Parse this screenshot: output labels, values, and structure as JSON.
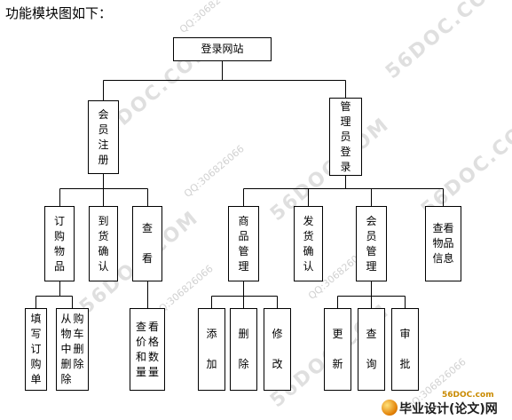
{
  "heading": "功能模块图如下：",
  "root": {
    "label": "登录网站"
  },
  "level1": {
    "member_register": "会\n员\n注\n册",
    "admin_login": "管\n理\n员\n登\n录"
  },
  "member_children": {
    "order_goods": "订\n购\n物\n品",
    "delivery_confirm": "到\n货\n确\n认",
    "view": "查\n\n看"
  },
  "admin_children": {
    "goods_manage": "商\n品\n管\n理",
    "ship_confirm": "发\n货\n确\n认",
    "member_manage": "会\n员\n管\n理",
    "view_goods_info": "查看\n物品\n信息"
  },
  "order_children": {
    "fill_order": "填\n写\n订\n购\n单",
    "cart_delete_col1": "购\n车\n删\n除",
    "cart_delete_col2": "从\n物\n中\n删\n除"
  },
  "view_children": {
    "view_price_qty_col1": "看\n格\n数\n量",
    "view_price_qty_col2": "查\n价\n和\n量"
  },
  "goods_manage_children": {
    "add": "添\n\n加",
    "delete": "删\n\n除",
    "modify": "修\n\n改"
  },
  "member_manage_children": {
    "update": "更\n\n新",
    "query": "查\n\n询",
    "approve": "审\n\n批"
  },
  "watermarks": {
    "brand": "56DOC.COM",
    "qq": "QQ:306826066"
  },
  "badge": {
    "site": "56DOC.com",
    "title": "毕业设计(论文)网"
  }
}
